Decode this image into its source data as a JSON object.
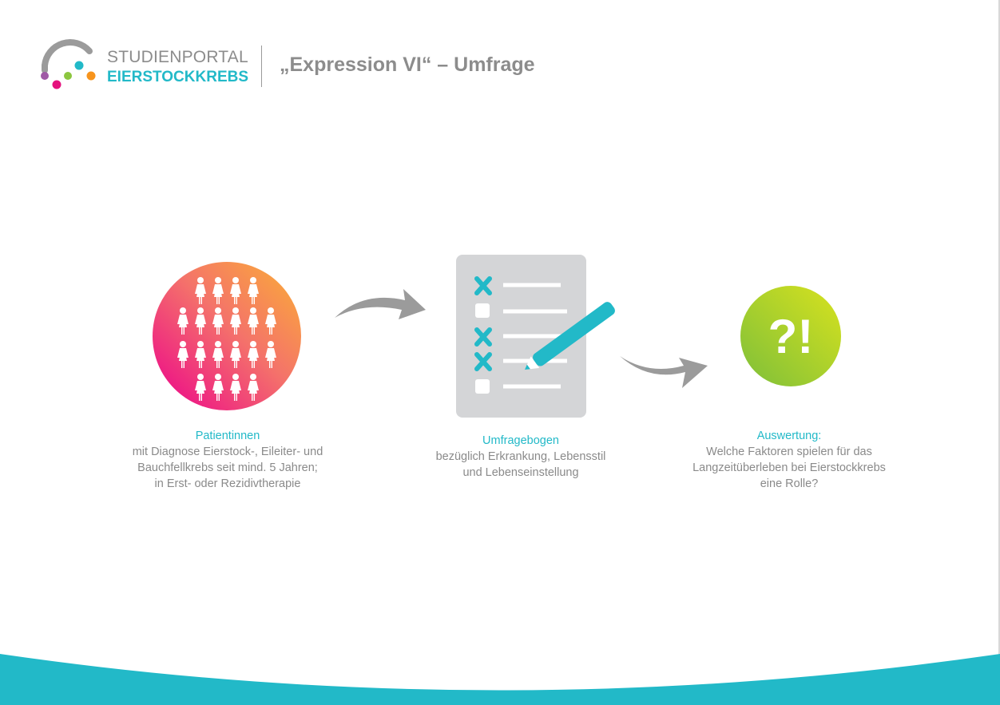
{
  "header": {
    "logo_line1": "STUDIENPORTAL",
    "logo_line2": "EIERSTOCKKREBS",
    "title": "„Expression VI“ – Umfrage"
  },
  "steps": [
    {
      "heading": "Patientinnen",
      "lines": [
        "mit Diagnose Eierstock-, Eileiter- und",
        "Bauchfellkrebs seit mind. 5 Jahren;",
        "in Erst- oder Rezidivtherapie"
      ],
      "icon": "women-group-icon"
    },
    {
      "heading": "Umfragebogen",
      "lines": [
        "bezüglich Erkrankung, Lebensstil",
        "und Lebenseinstellung"
      ],
      "icon": "questionnaire-icon"
    },
    {
      "heading": "Auswertung:",
      "lines": [
        "Welche Faktoren spielen für das",
        "Langzeitüberleben bei Eierstockkrebs",
        "eine Rolle?"
      ],
      "icon": "question-exclamation-icon",
      "icon_text": "?!"
    }
  ],
  "colors": {
    "accent": "#22b9c8",
    "gray": "#8c8c8c",
    "sheet": "#d4d5d7",
    "arrow": "#9b9b9b"
  }
}
